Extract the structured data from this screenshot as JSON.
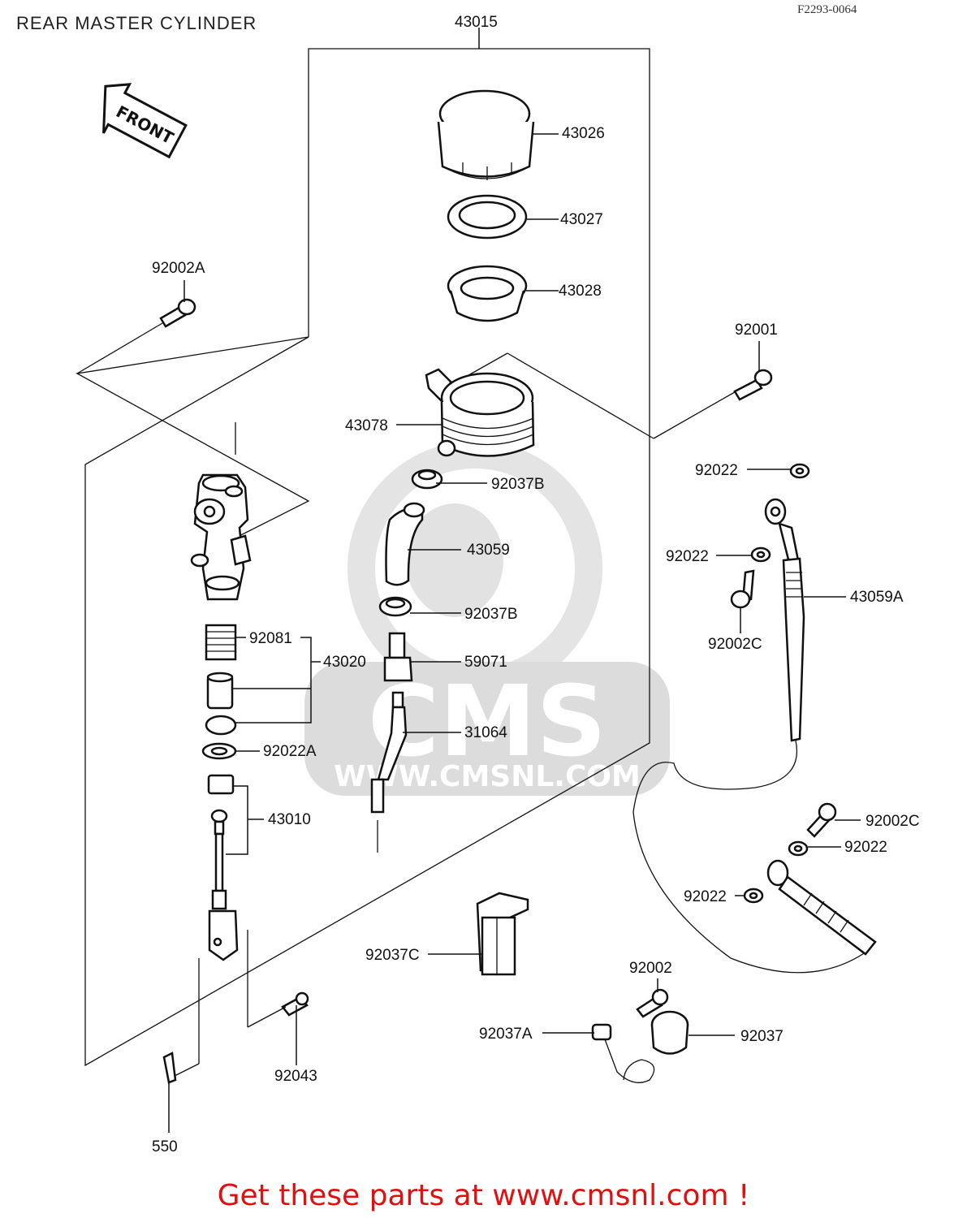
{
  "title": "REAR MASTER CYLINDER",
  "diagram_code": "F2293-0064",
  "front_label": "FRONT",
  "watermark": {
    "brand": "CMS",
    "url": "WWW.CMSNL.COM"
  },
  "parts": [
    {
      "id": "43015"
    },
    {
      "id": "43026"
    },
    {
      "id": "43027"
    },
    {
      "id": "43028"
    },
    {
      "id": "92002A"
    },
    {
      "id": "92001"
    },
    {
      "id": "43078"
    },
    {
      "id": "92022"
    },
    {
      "id": "92037B"
    },
    {
      "id": "43059"
    },
    {
      "id": "92022"
    },
    {
      "id": "43059A"
    },
    {
      "id": "92002C"
    },
    {
      "id": "92037B"
    },
    {
      "id": "92081"
    },
    {
      "id": "43020"
    },
    {
      "id": "59071"
    },
    {
      "id": "31064"
    },
    {
      "id": "92022A"
    },
    {
      "id": "43010"
    },
    {
      "id": "92002C"
    },
    {
      "id": "92022"
    },
    {
      "id": "92022"
    },
    {
      "id": "92037C"
    },
    {
      "id": "92002"
    },
    {
      "id": "92037A"
    },
    {
      "id": "92037"
    },
    {
      "id": "92043"
    },
    {
      "id": "550"
    }
  ],
  "footer": "Get these parts at www.cmsnl.com !"
}
